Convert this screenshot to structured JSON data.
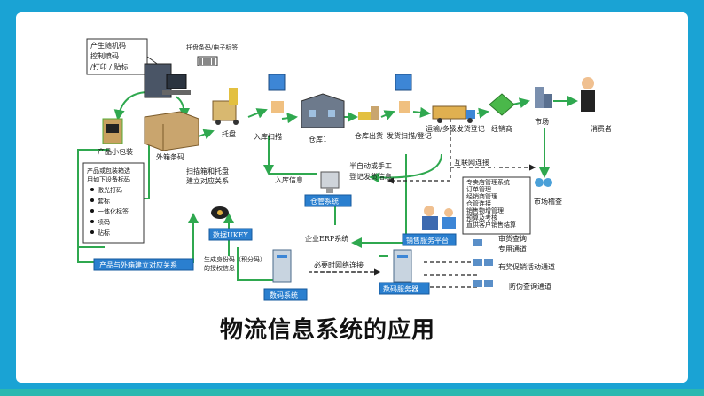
{
  "title": "物流信息系统的应用",
  "labels": {
    "generate": [
      "产生随机码",
      "控制喷码",
      "/打印 / 贴标"
    ],
    "tag": "托盘条码/电子标签",
    "small_pack": "产品小包装",
    "outer_code": "外箱条码",
    "pallet": "托盘",
    "inbound_scan": "入库扫描",
    "warehouse1": "仓库1",
    "warehouse_out": "仓库出货",
    "ship_scan": "发货扫描/登记",
    "transport": "运输/多级发货登记",
    "dealer": "经销商",
    "market": "市场",
    "consumer": "消费者",
    "scan_assoc": [
      "扫描箱和托盘",
      "建立对应关系"
    ],
    "pack_info": [
      "产品或包装箱选",
      "用如下设备标码"
    ],
    "methods": [
      "激光打码",
      "套标",
      "一体化标签",
      "喷码",
      "贴标"
    ],
    "inbound_info": "入库信息",
    "semi_auto": [
      "半自动或手工",
      "登记发货信息"
    ],
    "internet": "互联网连接",
    "sales_items": [
      "专卖店管理系统",
      "订单管理",
      "经销商管理",
      "仓管连接",
      "销售物增管理",
      "预算及考核",
      "直供客户销售结算"
    ],
    "market_check": "市场稽查",
    "warehouse_sys": "仓管系统",
    "erp": "企业ERP系统",
    "sales_platform": "销售服务平台",
    "review": [
      "审货查询",
      "专用通道"
    ],
    "ukey": "数据UKEY",
    "assoc": "产品与外箱建立对应关系",
    "gen_auth": [
      "生成身份码（积分码）",
      "的授权信息"
    ],
    "network": "必要时网络连接",
    "code_system": "数码系统",
    "code_server": "数码服务器",
    "promo": "有奖促销活动通道",
    "anti_fake": "防伪查询通道"
  }
}
